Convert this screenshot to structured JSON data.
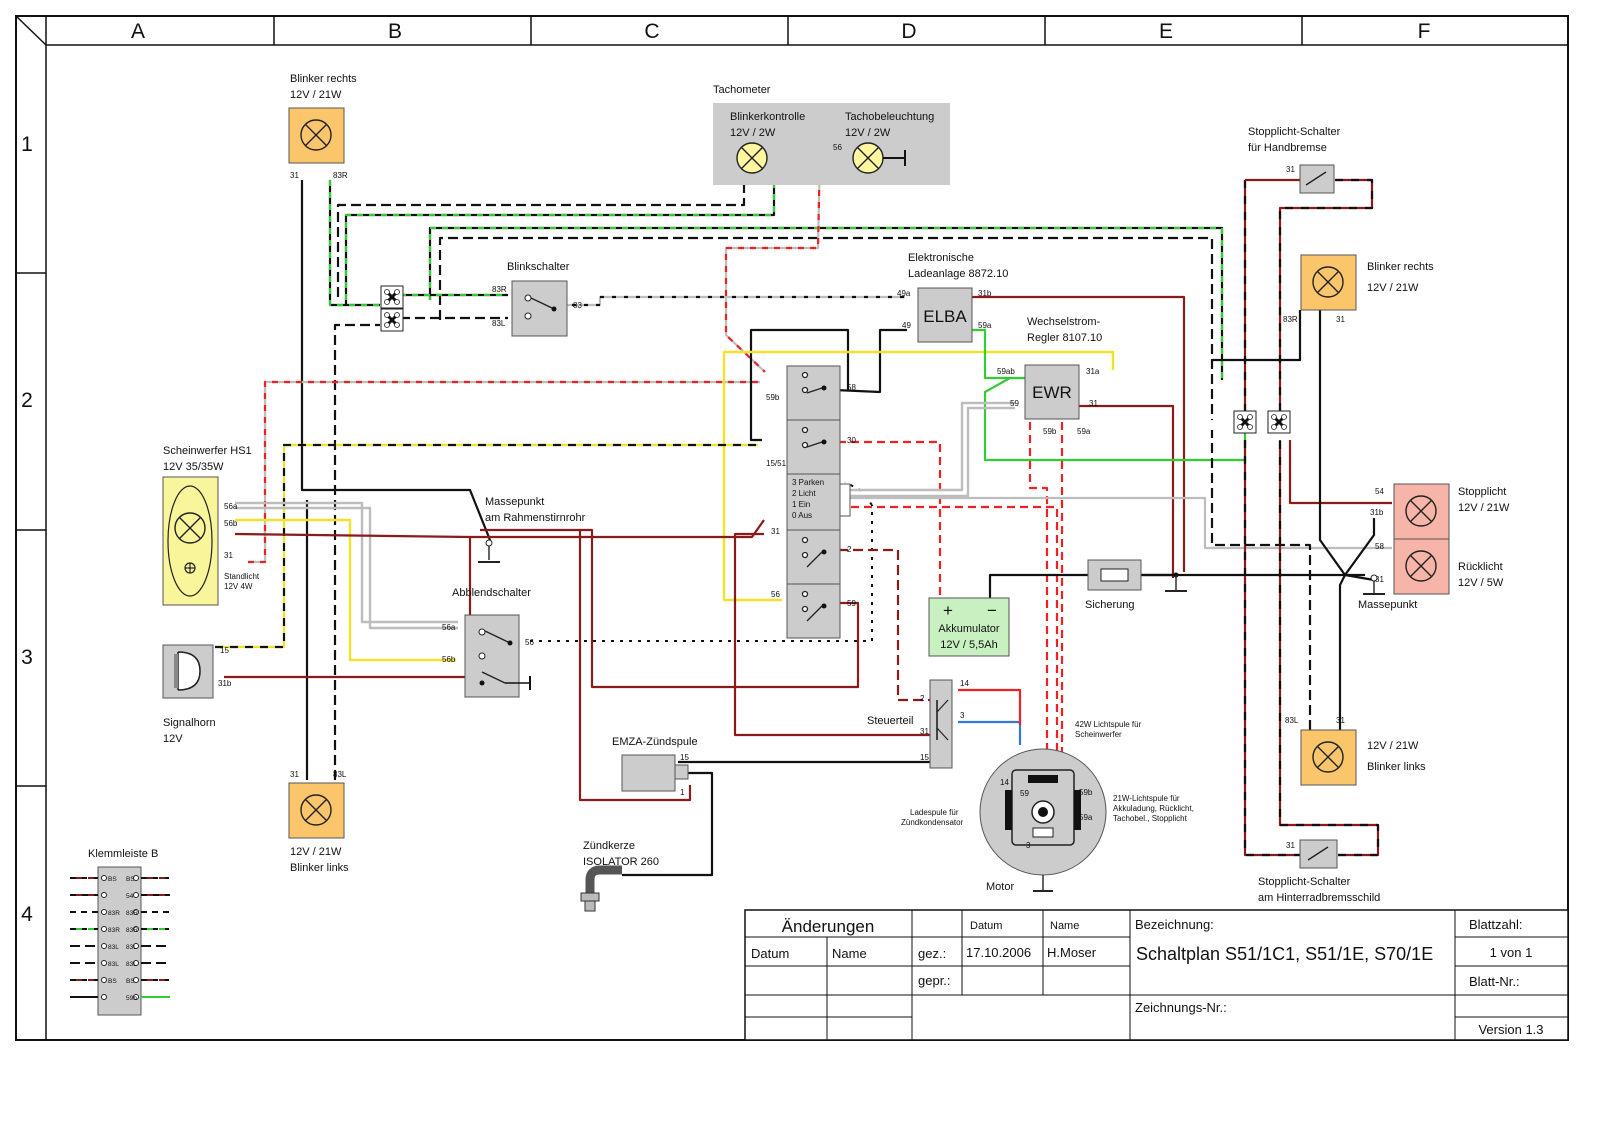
{
  "frame": {
    "columns": [
      "A",
      "B",
      "C",
      "D",
      "E",
      "F"
    ],
    "rows": [
      "1",
      "2",
      "3",
      "4"
    ]
  },
  "components": {
    "blinker_rechts_front": {
      "title": "Blinker rechts",
      "rating": "12V / 21W",
      "pin_31": "31",
      "pin_83r": "83R"
    },
    "blinker_links_front": {
      "rating": "12V / 21W",
      "title": "Blinker links",
      "pin_31": "31",
      "pin_83l": "83L"
    },
    "tachometer": {
      "title": "Tachometer",
      "kontrolle": "Blinkerkontrolle",
      "kontrolle_rating": "12V / 2W",
      "beleuchtung": "Tachobeleuchtung",
      "beleuchtung_rating": "12V / 2W",
      "pin_56": "56"
    },
    "blinkschalter": {
      "title": "Blinkschalter",
      "pin_83r": "83R",
      "pin_83l": "83L",
      "pin_83": "83"
    },
    "elba": {
      "title_line1": "Elektronische",
      "title_line2": "Ladeanlage 8872.10",
      "label": "ELBA",
      "pin_49a": "49a",
      "pin_49": "49",
      "pin_31b": "31b",
      "pin_59a": "59a"
    },
    "ewr": {
      "title_line1": "Wechselstrom-",
      "title_line2": "Regler 8107.10",
      "label": "EWR",
      "pin_59ab": "59ab",
      "pin_31a": "31a",
      "pin_59": "59",
      "pin_31": "31",
      "pin_59b": "59b",
      "pin_59a": "59a"
    },
    "scheinwerfer": {
      "title": "Scheinwerfer HS1",
      "rating": "12V 35/35W",
      "pin_56a": "56a",
      "pin_56b": "56b",
      "pin_31": "31",
      "standlicht": "Standlicht",
      "standlicht_rating": "12V 4W"
    },
    "massepunkt_rahmen": {
      "line1": "Massepunkt",
      "line2": "am Rahmenstirnrohr"
    },
    "zuendschloss": {
      "pin_59b": "59b",
      "pin_58": "58",
      "pin_1551": "15/51",
      "pin_30": "30",
      "pin_31": "31",
      "pin_2": "2",
      "pin_56": "56",
      "pin_59": "59",
      "pos3": "3 Parken",
      "pos2": "2 Licht",
      "pos1": "1 Ein",
      "pos0": "0 Aus"
    },
    "abblendschalter": {
      "title": "Abblendschalter",
      "pin_56a": "56a",
      "pin_56b": "56b",
      "pin_56": "56"
    },
    "signalhorn": {
      "title": "Signalhorn",
      "rating": "12V",
      "pin_15": "15",
      "pin_31b": "31b"
    },
    "akkumulator": {
      "plus": "+",
      "minus": "−",
      "title": "Akkumulator",
      "rating": "12V / 5,5Ah"
    },
    "sicherung": {
      "title": "Sicherung"
    },
    "steuerteil": {
      "title": "Steuerteil",
      "pin_14": "14",
      "pin_2": "2",
      "pin_3": "3",
      "pin_31": "31",
      "pin_15": "15"
    },
    "zuendspule": {
      "title": "EMZA-Zündspule",
      "pin_15": "15",
      "pin_1": "1"
    },
    "zuendkerze": {
      "title": "Zündkerze",
      "model": "ISOLATOR 260"
    },
    "motor": {
      "title": "Motor",
      "lichtspule42_line1": "42W Lichtspule für",
      "lichtspule42_line2": "Scheinwerfer",
      "lichtspule21_line1": "21W-Lichtspule für",
      "lichtspule21_line2": "Akkuladung, Rücklicht,",
      "lichtspule21_line3": "Tachobel., Stopplicht",
      "ladespule_line1": "Ladespule für",
      "ladespule_line2": "Zündkondensator",
      "pin_14": "14",
      "pin_59": "59",
      "pin_59b": "59b",
      "pin_59a": "59a",
      "pin_3": "3"
    },
    "stopplicht_schalter_hand": {
      "line1": "Stopplicht-Schalter",
      "line2": "für Handbremse",
      "pin_31": "31"
    },
    "stopplicht_schalter_rad": {
      "line1": "Stopplicht-Schalter",
      "line2": "am Hinterradbremsschild",
      "pin_31": "31"
    },
    "blinker_rechts_rear": {
      "title": "Blinker rechts",
      "rating": "12V / 21W",
      "pin_83r": "83R",
      "pin_31": "31"
    },
    "blinker_links_rear": {
      "rating": "12V / 21W",
      "title": "Blinker links",
      "pin_83l": "83L",
      "pin_31": "31"
    },
    "stopplicht": {
      "title": "Stopplicht",
      "rating": "12V / 21W",
      "pin_54": "54",
      "pin_31b": "31b"
    },
    "ruecklicht": {
      "title": "Rücklicht",
      "rating": "12V / 5W",
      "pin_58": "58",
      "pin_31": "31"
    },
    "massepunkt_rear": {
      "title": "Massepunkt"
    },
    "klemmleiste": {
      "title": "Klemmleiste B",
      "rows": [
        [
          "BS",
          "BS"
        ],
        [
          "",
          "54"
        ],
        [
          "83R",
          "83R"
        ],
        [
          "83R",
          "83R"
        ],
        [
          "83L",
          "83L"
        ],
        [
          "83L",
          "83L"
        ],
        [
          "BS",
          "BS"
        ],
        [
          "",
          "59b"
        ]
      ]
    }
  },
  "title_block": {
    "aenderungen": "Änderungen",
    "datum_header": "Datum",
    "name_header": "Name",
    "col_datum": "Datum",
    "col_name": "Name",
    "gez": "gez.:",
    "gez_datum": "17.10.2006",
    "gez_name": "H.Moser",
    "gepr": "gepr.:",
    "bezeichnung_label": "Bezeichnung:",
    "bezeichnung": "Schaltplan S51/1C1, S51/1E, S70/1E",
    "zeichnungs_nr_label": "Zeichnungs-Nr.:",
    "blattzahl_label": "Blattzahl:",
    "blattzahl": "1 von 1",
    "blatt_nr_label": "Blatt-Nr.:",
    "version": "Version 1.3"
  },
  "colors": {
    "black": "#111111",
    "red": "#ee2222",
    "dark_red": "#8b1a1a",
    "green": "#33cc33",
    "yellow": "#f2e22a",
    "grey": "#bdbdbd",
    "blue": "#3377dd",
    "lamp_orange": "#fbc66b",
    "lamp_yellow": "#fdf7a0",
    "headlight_yellow": "#f9f59a",
    "component_grey": "#cccccc",
    "tail_pink": "#f7b4a8",
    "battery_green": "#c8f0c0"
  }
}
